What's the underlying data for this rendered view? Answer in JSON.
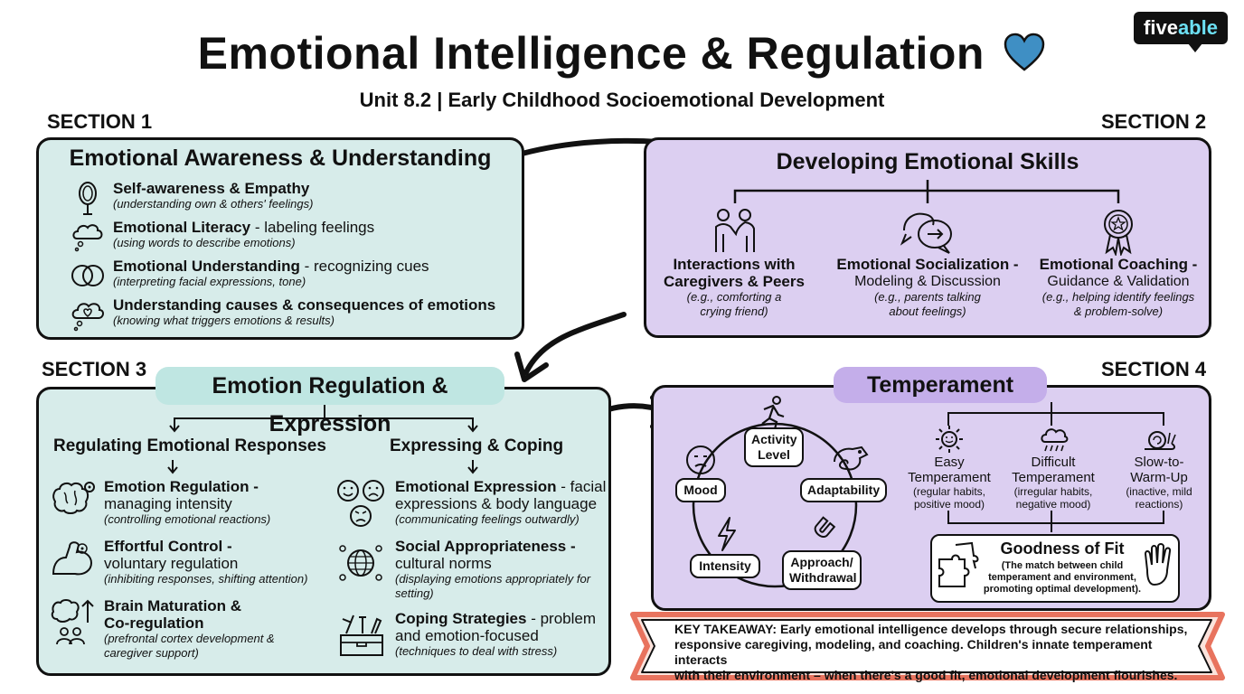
{
  "header": {
    "title": "Emotional Intelligence & Regulation",
    "subtitle": "Unit 8.2 | Early Childhood Socioemotional Development",
    "brand_a": "five",
    "brand_b": "able"
  },
  "section1": {
    "label": "SECTION 1",
    "title": "Emotional Awareness & Understanding",
    "items": [
      {
        "title": "Self-awareness & Empathy",
        "rest": "",
        "sub": "(understanding own & others' feelings)",
        "icon": "mirror-icon"
      },
      {
        "title": "Emotional Literacy",
        "rest": " - labeling feelings",
        "sub": "(using words to describe emotions)",
        "icon": "thought-bubble-icon"
      },
      {
        "title": "Emotional Understanding",
        "rest": " - recognizing cues",
        "sub": "(interpreting facial expressions, tone)",
        "icon": "overlapping-circles-icon"
      },
      {
        "title": "Understanding causes & consequences of emotions",
        "rest": "",
        "sub": "(knowing what triggers emotions & results)",
        "icon": "heart-thought-icon"
      }
    ]
  },
  "section2": {
    "label": "SECTION 2",
    "title": "Developing Emotional Skills",
    "cols": [
      {
        "t1": "Interactions with",
        "t2": "Caregivers & Peers",
        "s": "",
        "e1": "(e.g., comforting a",
        "e2": "crying friend)",
        "icon": "people-icon"
      },
      {
        "t1": "Emotional Socialization -",
        "t2": "",
        "s": "Modeling & Discussion",
        "e1": "(e.g., parents talking",
        "e2": "about feelings)",
        "icon": "speech-bubbles-icon"
      },
      {
        "t1": "Emotional Coaching -",
        "t2": "",
        "s": "Guidance & Validation",
        "e1": "(e.g., helping identify feelings",
        "e2": "& problem-solve)",
        "icon": "award-ribbon-icon"
      }
    ]
  },
  "section3": {
    "label": "SECTION 3",
    "title": "Emotion Regulation & Expression",
    "left_heading": "Regulating Emotional Responses",
    "right_heading": "Expressing & Coping",
    "left_items": [
      {
        "title": "Emotion Regulation -",
        "line2": "managing intensity",
        "sub": "(controlling emotional reactions)",
        "sub2": "",
        "icon": "brain-gear-icon"
      },
      {
        "title": "Effortful Control -",
        "line2": "voluntary regulation",
        "sub": "(inhibiting responses, shifting attention)",
        "sub2": "",
        "icon": "flexed-arm-icon"
      },
      {
        "title": "Brain Maturation &",
        "line2b": "Co-regulation",
        "sub": "(prefrontal cortex development &",
        "sub2": "caregiver support)",
        "icon": "brain-growth-icon"
      }
    ],
    "right_items": [
      {
        "title": "Emotional Expression",
        "rest": " - facial",
        "line2": "expressions & body language",
        "sub": "(communicating feelings outwardly)",
        "sub2": "",
        "icon": "faces-icon"
      },
      {
        "title": "Social Appropriateness -",
        "rest": "",
        "line2": "cultural norms",
        "sub": "(displaying emotions appropriately for",
        "sub2": "setting)",
        "icon": "globe-people-icon"
      },
      {
        "title": "Coping Strategies",
        "rest": " - problem",
        "line2": "and emotion-focused",
        "sub": "(techniques to deal with stress)",
        "sub2": "",
        "icon": "toolbox-icon"
      }
    ]
  },
  "section4": {
    "label": "SECTION 4",
    "title": "Temperament",
    "dimensions": {
      "activity1": "Activity",
      "activity2": "Level",
      "mood": "Mood",
      "adaptability": "Adaptability",
      "intensity": "Intensity",
      "approach1": "Approach/",
      "approach2": "Withdrawal"
    },
    "types": [
      {
        "t1": "Easy",
        "t2": "Temperament",
        "e1": "(regular habits,",
        "e2": "positive mood)",
        "icon": "sun-icon"
      },
      {
        "t1": "Difficult",
        "t2": "Temperament",
        "e1": "(irregular habits,",
        "e2": "negative mood)",
        "icon": "rain-cloud-icon"
      },
      {
        "t1": "Slow-to-",
        "t2": "Warm-Up",
        "e1": "(inactive, mild",
        "e2": "reactions)",
        "icon": "snail-icon"
      }
    ],
    "fit": {
      "title": "Goodness of Fit",
      "d1": "(The match between child",
      "d2": "temperament and environment,",
      "d3": "promoting optimal development)."
    }
  },
  "takeaway": {
    "line1": "KEY TAKEAWAY: Early emotional intelligence develops through secure relationships,",
    "line2": "responsive caregiving, modeling, and coaching. Children's innate temperament interacts",
    "line3": "with their environment – when there's a good fit, emotional development flourishes."
  },
  "colors": {
    "teal": "#d7ecea",
    "purple": "#dccff1",
    "banner_border": "#e8735e",
    "heart": "#3f8fc4"
  }
}
